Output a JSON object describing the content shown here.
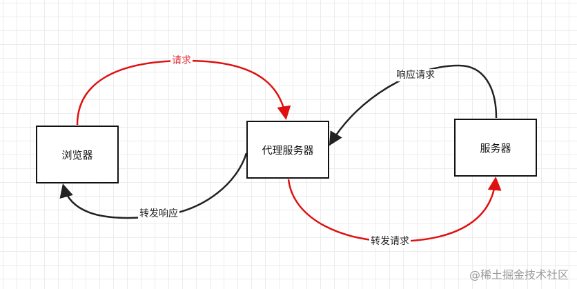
{
  "nodes": {
    "browser": "浏览器",
    "proxy": "代理服务器",
    "server": "服务器"
  },
  "edges": {
    "request": {
      "label": "请求",
      "color": "#e5343c"
    },
    "response_request": {
      "label": "响应请求",
      "color": "#333333"
    },
    "forward_response": {
      "label": "转发响应",
      "color": "#333333"
    },
    "forward_request": {
      "label": "转发请求",
      "color": "#e01010"
    }
  },
  "watermark": "@稀土掘金技术社区"
}
